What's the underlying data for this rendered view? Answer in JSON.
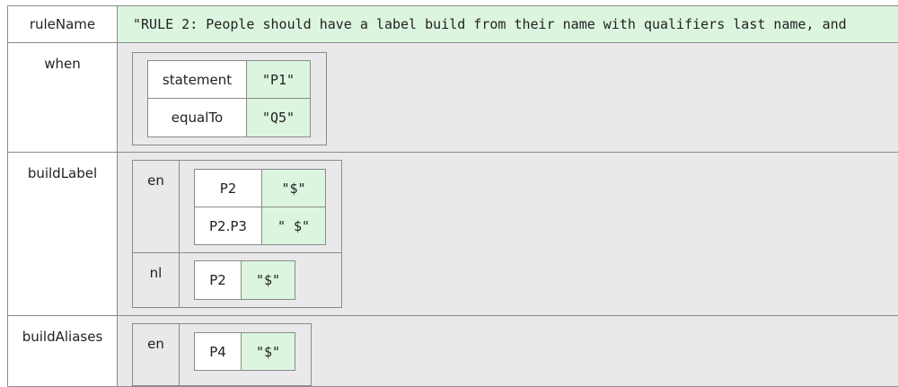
{
  "rows": {
    "ruleName": {
      "key": "ruleName",
      "value": "\"RULE 2: People should have a label build from their name with  qualifiers last name, and"
    },
    "when": {
      "key": "when",
      "items": [
        {
          "key": "statement",
          "value": "\"P1\""
        },
        {
          "key": "equalTo",
          "value": "\"Q5\""
        }
      ]
    },
    "buildLabel": {
      "key": "buildLabel",
      "en": {
        "lang": "en",
        "items": [
          {
            "key": "P2",
            "value": "\"$\""
          },
          {
            "key": "P2.P3",
            "value": "\" $\""
          }
        ]
      },
      "nl": {
        "lang": "nl",
        "items": [
          {
            "key": "P2",
            "value": "\"$\""
          }
        ]
      }
    },
    "buildAliases": {
      "key": "buildAliases",
      "en": {
        "lang": "en",
        "items": [
          {
            "key": "P4",
            "value": "\"$\""
          }
        ]
      }
    }
  },
  "colors": {
    "value_bg": "#dcf5df",
    "panel_bg": "#e9e9ec",
    "border": "#8a8a8a"
  }
}
